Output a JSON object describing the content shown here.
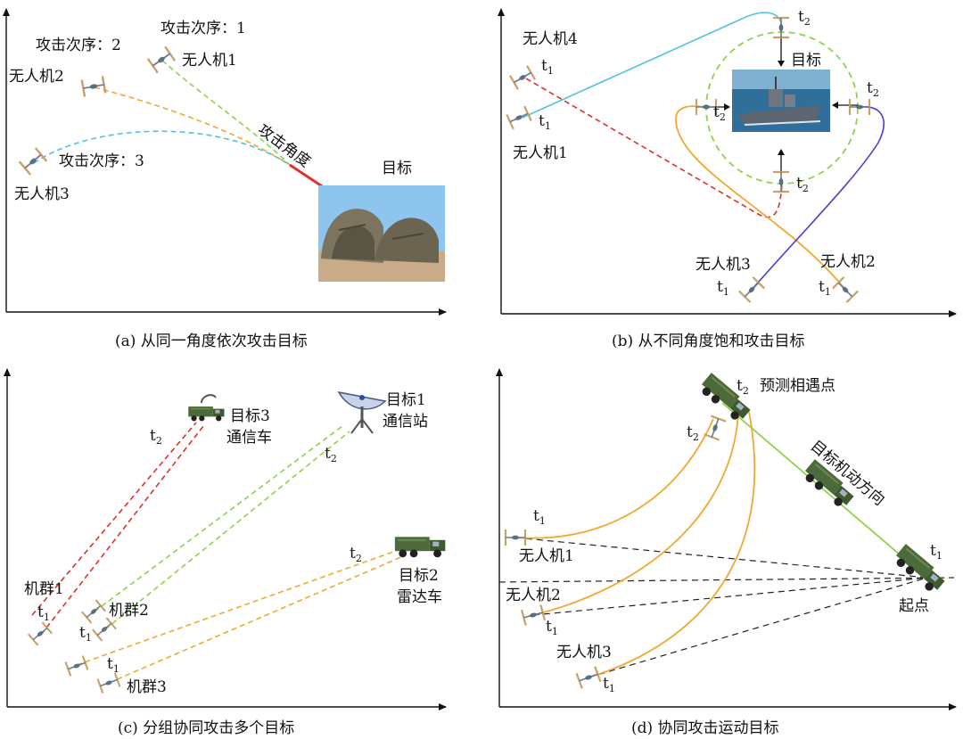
{
  "panel_a": {
    "caption": "(a) 从同一角度依次攻击目标",
    "seq1": "攻击次序：1",
    "seq2": "攻击次序：2",
    "seq3": "攻击次序：3",
    "uav1": "无人机1",
    "uav2": "无人机2",
    "uav3": "无人机3",
    "angle": "攻击角度",
    "target": "目标"
  },
  "panel_b": {
    "caption": "(b) 从不同角度饱和攻击目标",
    "uav1": "无人机1",
    "uav2": "无人机2",
    "uav3": "无人机3",
    "uav4": "无人机4",
    "target": "目标",
    "t": "t",
    "sub1": "1",
    "sub2": "2"
  },
  "panel_c": {
    "caption": "(c) 分组协同攻击多个目标",
    "t1_name": "目标1",
    "t1_type": "通信站",
    "t2_name": "目标2",
    "t2_type": "雷达车",
    "t3_name": "目标3",
    "t3_type": "通信车",
    "g1": "机群1",
    "g2": "机群2",
    "g3": "机群3",
    "t": "t",
    "sub1": "1",
    "sub2": "2"
  },
  "panel_d": {
    "caption": "(d) 协同攻击运动目标",
    "meet": "预测相遇点",
    "direction": "目标机动方向",
    "start": "起点",
    "uav1": "无人机1",
    "uav2": "无人机2",
    "uav3": "无人机3",
    "t": "t",
    "sub1": "1",
    "sub2": "2"
  },
  "colors": {
    "axis": "#111111",
    "cyan": "#4ec3dc",
    "orange": "#f0a830",
    "green": "#8fd24a",
    "red": "#e0302a",
    "blue": "#4a3fd0",
    "dark": "#222222"
  }
}
